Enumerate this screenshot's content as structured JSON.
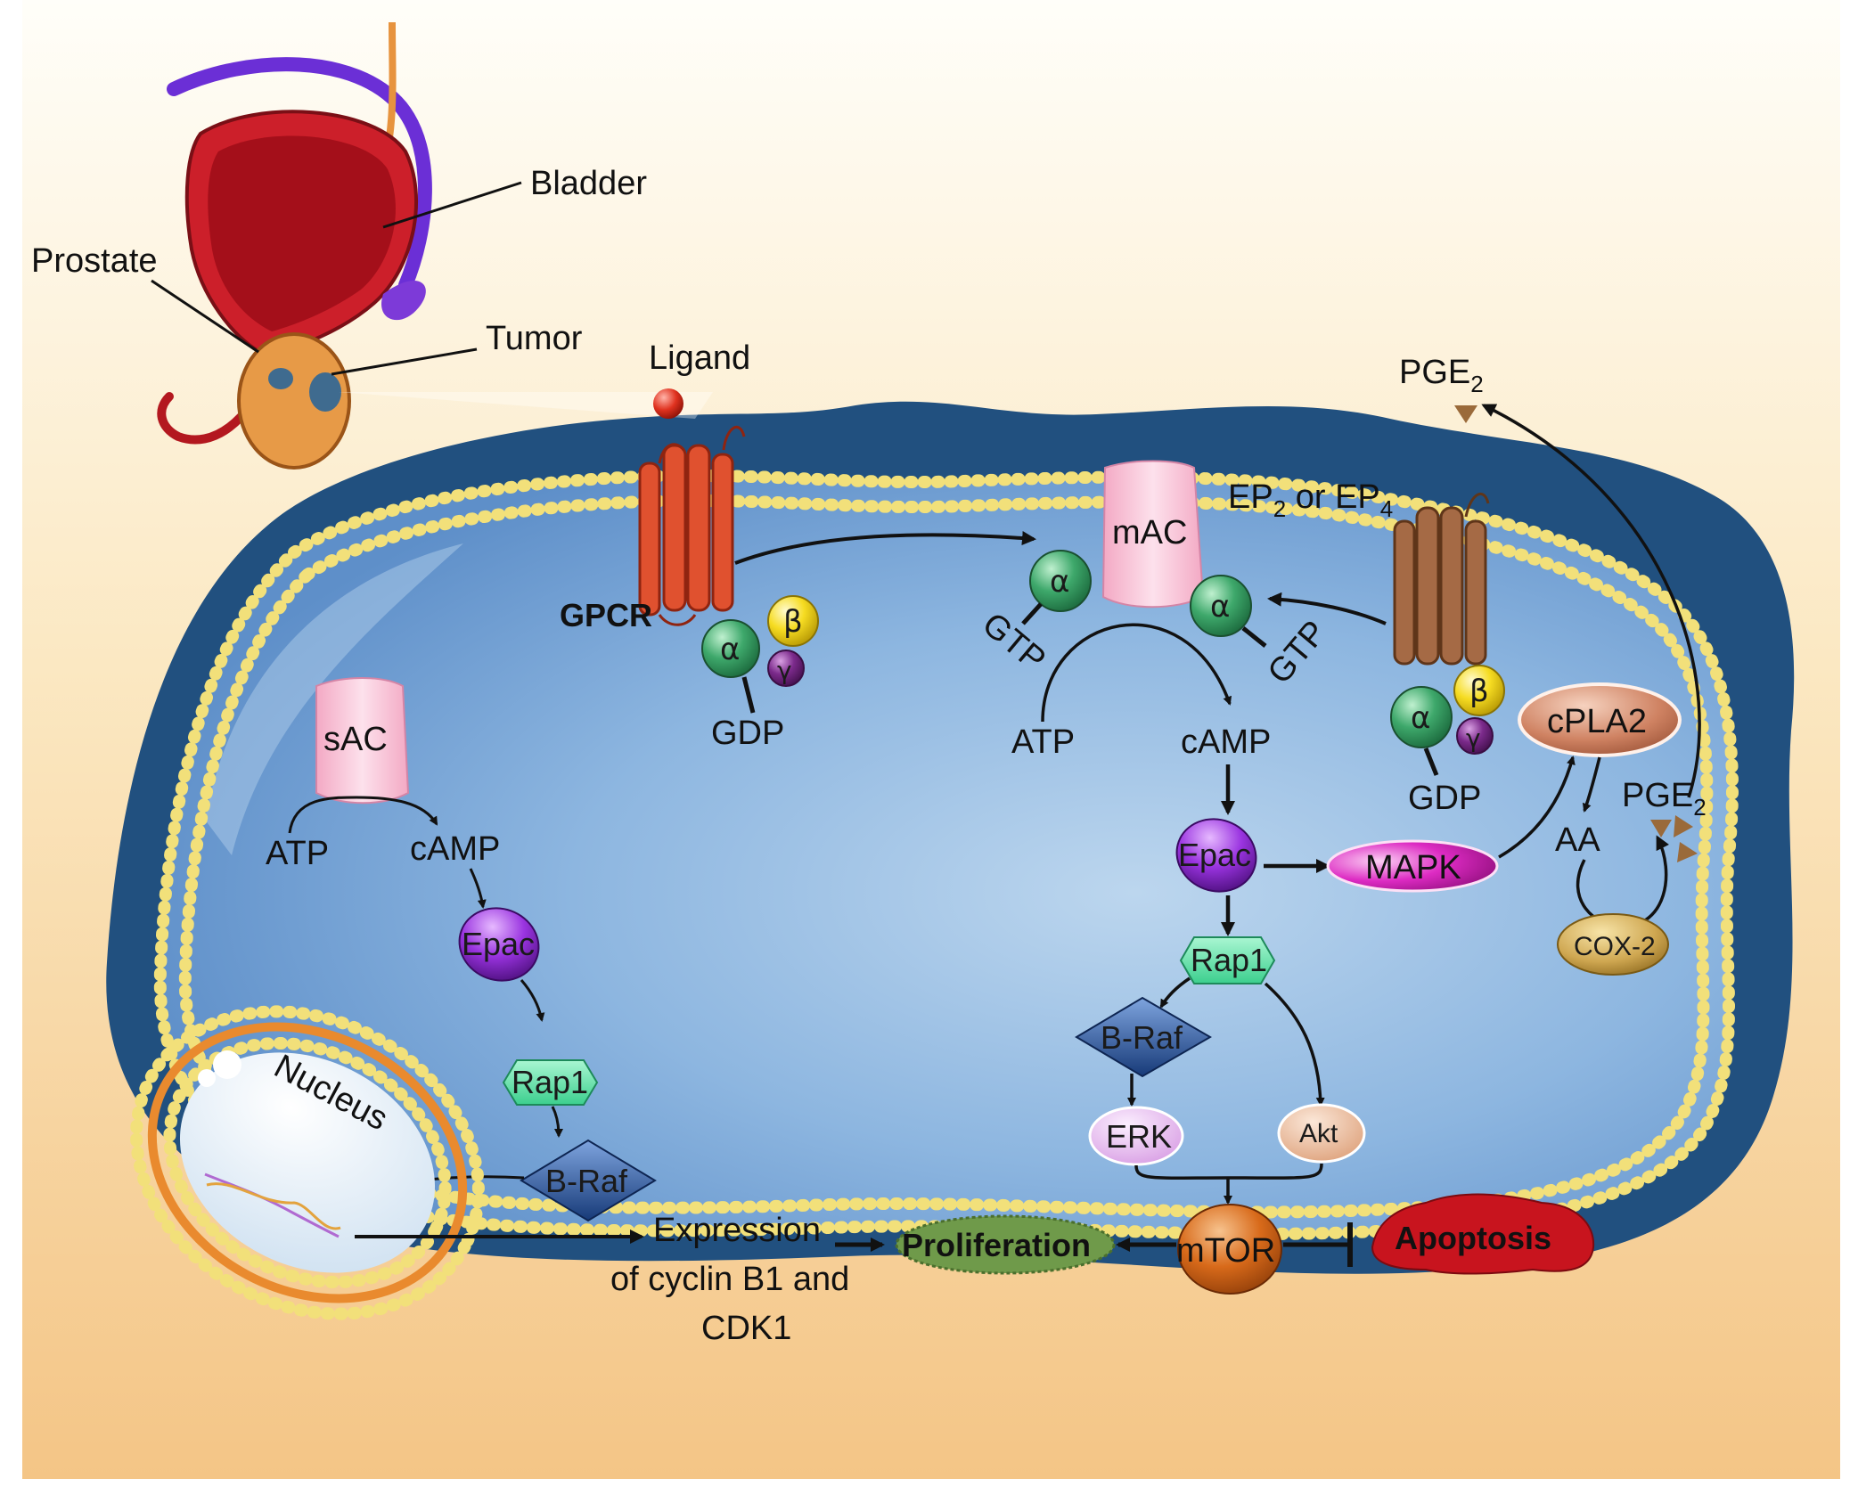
{
  "organ": {
    "bladder": "Bladder",
    "prostate": "Prostate",
    "tumor": "Tumor"
  },
  "receptors": {
    "ligand": "Ligand",
    "gpcr": "GPCR",
    "ep_prefix": "EP",
    "ep_sub1": "2",
    "ep_mid": " or EP",
    "ep_sub2": "4"
  },
  "gprotein": {
    "alpha": "α",
    "beta": "β",
    "gamma": "γ",
    "gdp": "GDP",
    "gtp": "GTP"
  },
  "enzymes": {
    "mac": "mAC",
    "sac": "sAC",
    "cpla2": "cPLA2",
    "cox2": "COX-2",
    "mapk": "MAPK"
  },
  "metabolites": {
    "atp": "ATP",
    "camp": "cAMP",
    "aa": "AA",
    "pge_main": "PGE",
    "pge_sub": "2"
  },
  "signaling": {
    "epac": "Epac",
    "rap1": "Rap1",
    "braf": "B-Raf",
    "erk": "ERK",
    "akt": "Akt",
    "mtor": "mTOR"
  },
  "outcomes": {
    "proliferation": "Proliferation",
    "apoptosis": "Apoptosis",
    "nucleus": "Nucleus",
    "expression_line1": "Expression",
    "expression_line2": "of cyclin B1 and",
    "expression_line3": "CDK1"
  },
  "colors": {
    "background_top": "#fffdf6",
    "background_bottom": "#f5c98a",
    "cell_outer": "#1f4f7d",
    "cell_inner": "#6f9fd4",
    "membrane_bead": "#f4e58a",
    "gpcr": "#e0512f",
    "ep_receptor": "#a56a45",
    "alpha": "#2e9a5f",
    "beta": "#f2d21a",
    "gamma": "#7b2a8b",
    "adenylyl_cyclase": "#f7c1d4",
    "epac": "#8a2bd0",
    "rap1": "#5be0a8",
    "braf": "#274d8f",
    "mapk": "#d01fb6",
    "cpla2": "#c97b5a",
    "cox2": "#c9a24a",
    "erk": "#e9b8ef",
    "akt": "#e9b08d",
    "mtor": "#d1641a",
    "proliferation": "#6f9a4a",
    "apoptosis": "#c8141e",
    "nucleus_ring": "#e98a2e"
  },
  "icons": {
    "organ": "bladder-prostate-illustration",
    "ligand": "red-sphere",
    "receptor": "seven-transmembrane-helix",
    "braf": "diamond",
    "rap1": "hexagon",
    "inhibition": "t-bar"
  }
}
